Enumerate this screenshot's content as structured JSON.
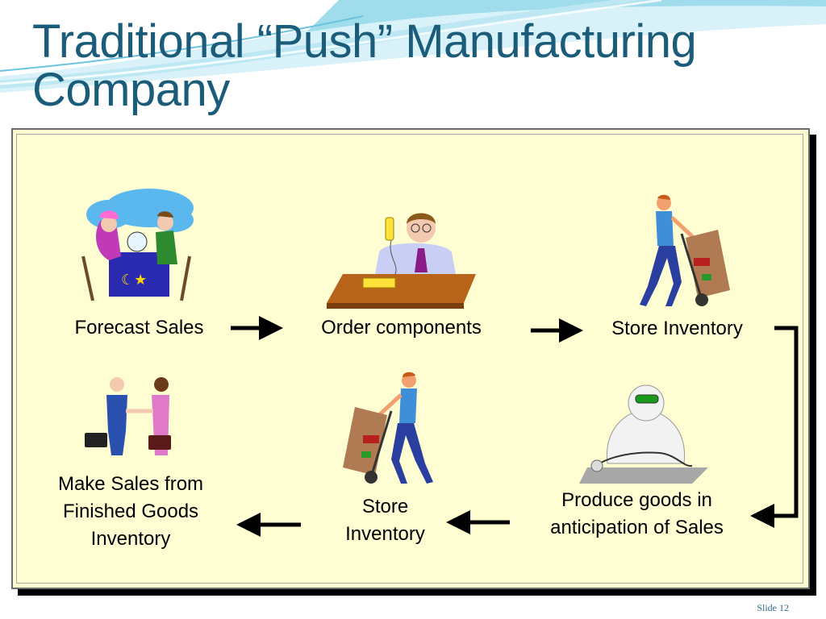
{
  "slide": {
    "title": "Traditional “Push” Manufacturing Company",
    "number": "Slide 12",
    "colors": {
      "title": "#1a5c7a",
      "panel": "#fefed2",
      "swoosh": "#8fd3e6"
    }
  },
  "steps": [
    {
      "id": "forecast",
      "label": "Forecast Sales",
      "icon": "fortune-teller-icon"
    },
    {
      "id": "order",
      "label": "Order components",
      "icon": "phone-order-icon"
    },
    {
      "id": "store1",
      "label": "Store Inventory",
      "icon": "hand-truck-worker-icon"
    },
    {
      "id": "produce",
      "label": "Produce goods in\nanticipation of Sales",
      "icon": "cleanroom-worker-icon"
    },
    {
      "id": "store2",
      "label": "Store\nInventory",
      "icon": "hand-truck-worker-icon"
    },
    {
      "id": "sell",
      "label": "Make Sales from\nFinished Goods\nInventory",
      "icon": "handshake-icon"
    }
  ]
}
